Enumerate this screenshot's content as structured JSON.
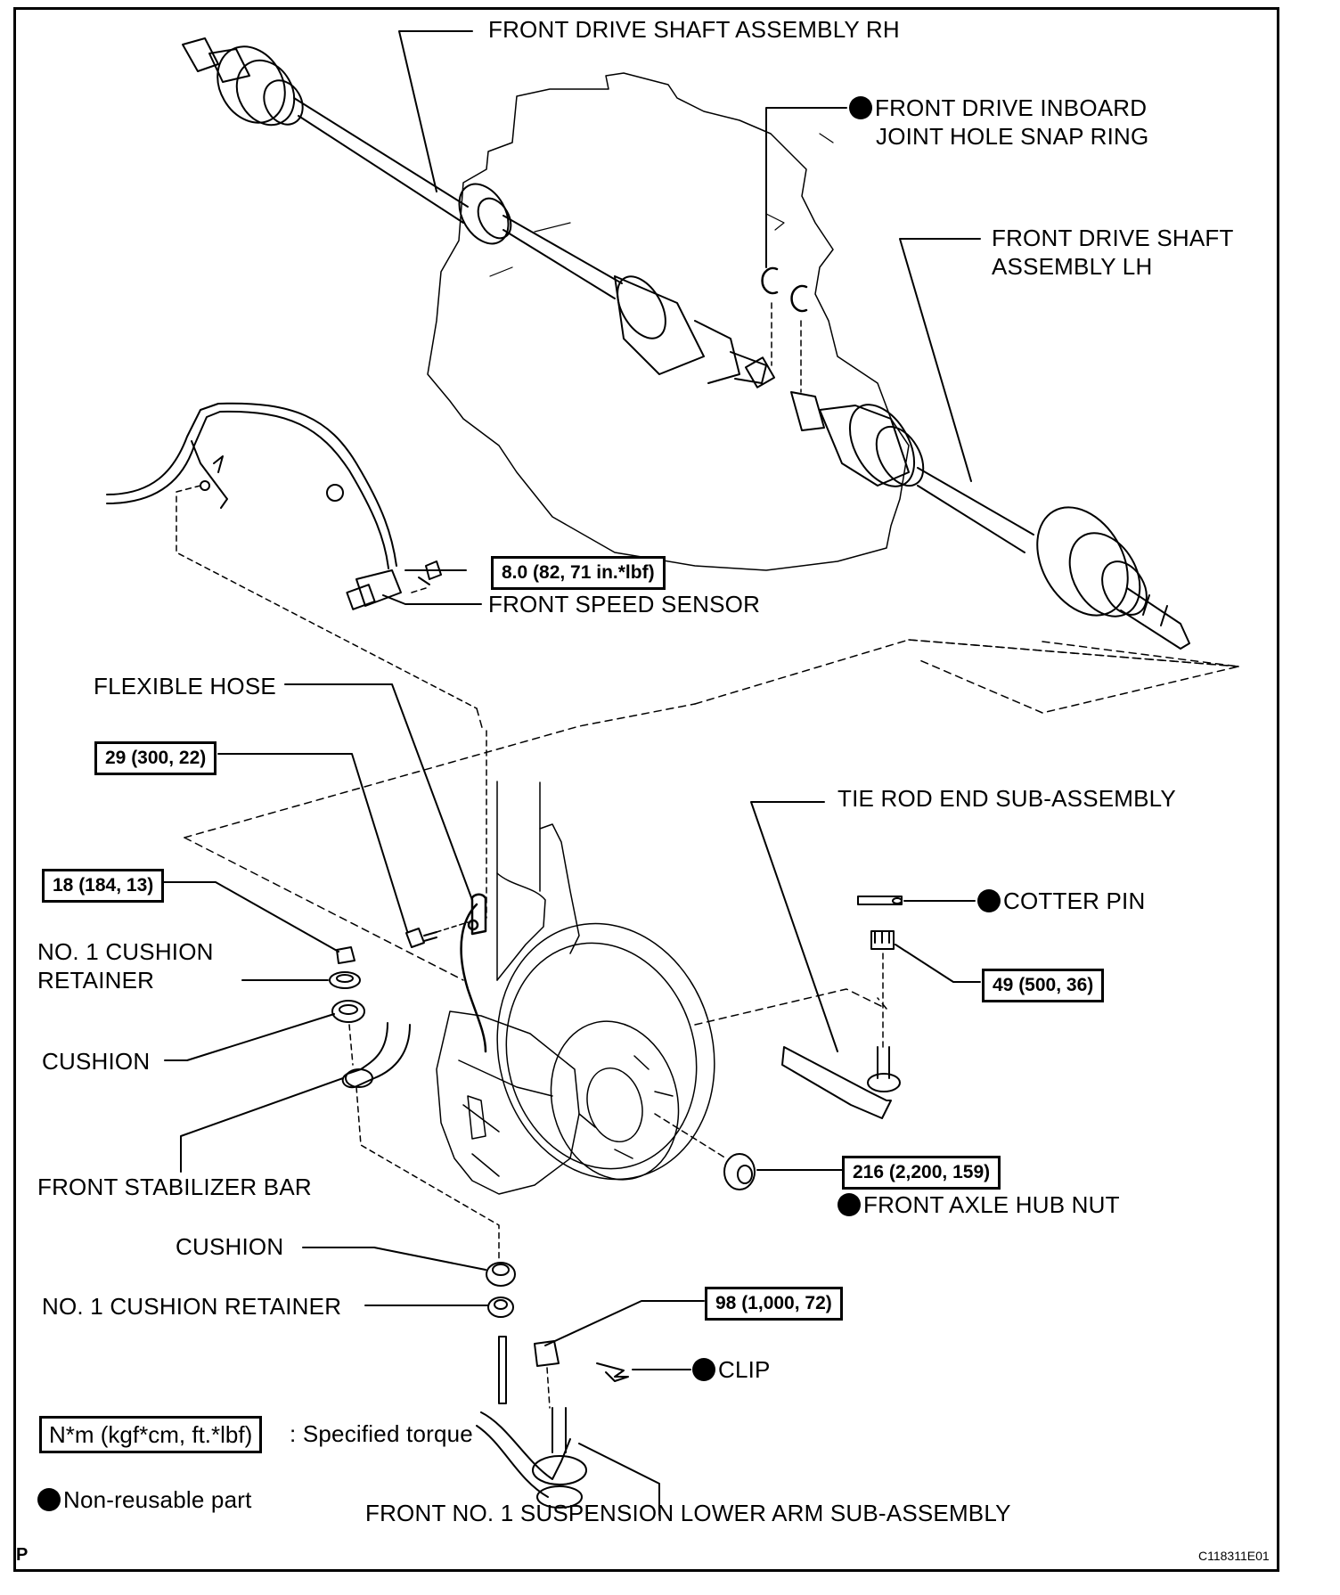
{
  "diagram": {
    "figure_id": "C118311E01",
    "corner_mark": "P",
    "labels": {
      "drive_shaft_rh": "FRONT DRIVE SHAFT ASSEMBLY RH",
      "snap_ring_line1": "FRONT DRIVE INBOARD",
      "snap_ring_line2": "JOINT HOLE SNAP RING",
      "drive_shaft_lh_line1": "FRONT DRIVE SHAFT",
      "drive_shaft_lh_line2": "ASSEMBLY LH",
      "speed_sensor": "FRONT SPEED SENSOR",
      "flexible_hose": "FLEXIBLE HOSE",
      "tie_rod_end": "TIE ROD END SUB-ASSEMBLY",
      "cotter_pin": "COTTER PIN",
      "cushion_retainer_upper_line1": "NO. 1 CUSHION",
      "cushion_retainer_upper_line2": "RETAINER",
      "cushion_upper": "CUSHION",
      "stabilizer_bar": "FRONT STABILIZER BAR",
      "axle_hub_nut": "FRONT AXLE HUB NUT",
      "cushion_lower": "CUSHION",
      "cushion_retainer_lower": "NO. 1 CUSHION RETAINER",
      "clip": "CLIP",
      "lower_arm": "FRONT NO. 1 SUSPENSION LOWER ARM SUB-ASSEMBLY"
    },
    "torques": {
      "speed_sensor_bolt": "8.0 (82, 71 in.*lbf)",
      "flexible_hose_bolt": "29 (300, 22)",
      "stabilizer_nut": "18 (184, 13)",
      "tie_rod_nut": "49 (500, 36)",
      "axle_hub_nut": "216 (2,200, 159)",
      "lower_arm_nut": "98 (1,000, 72)"
    },
    "non_reusable_parts": [
      "FRONT DRIVE INBOARD JOINT HOLE SNAP RING",
      "COTTER PIN",
      "FRONT AXLE HUB NUT",
      "CLIP"
    ],
    "legend": {
      "torque_unit": "N*m (kgf*cm, ft.*lbf)",
      "torque_desc": ": Specified torque",
      "non_reusable": "Non-reusable part"
    }
  }
}
